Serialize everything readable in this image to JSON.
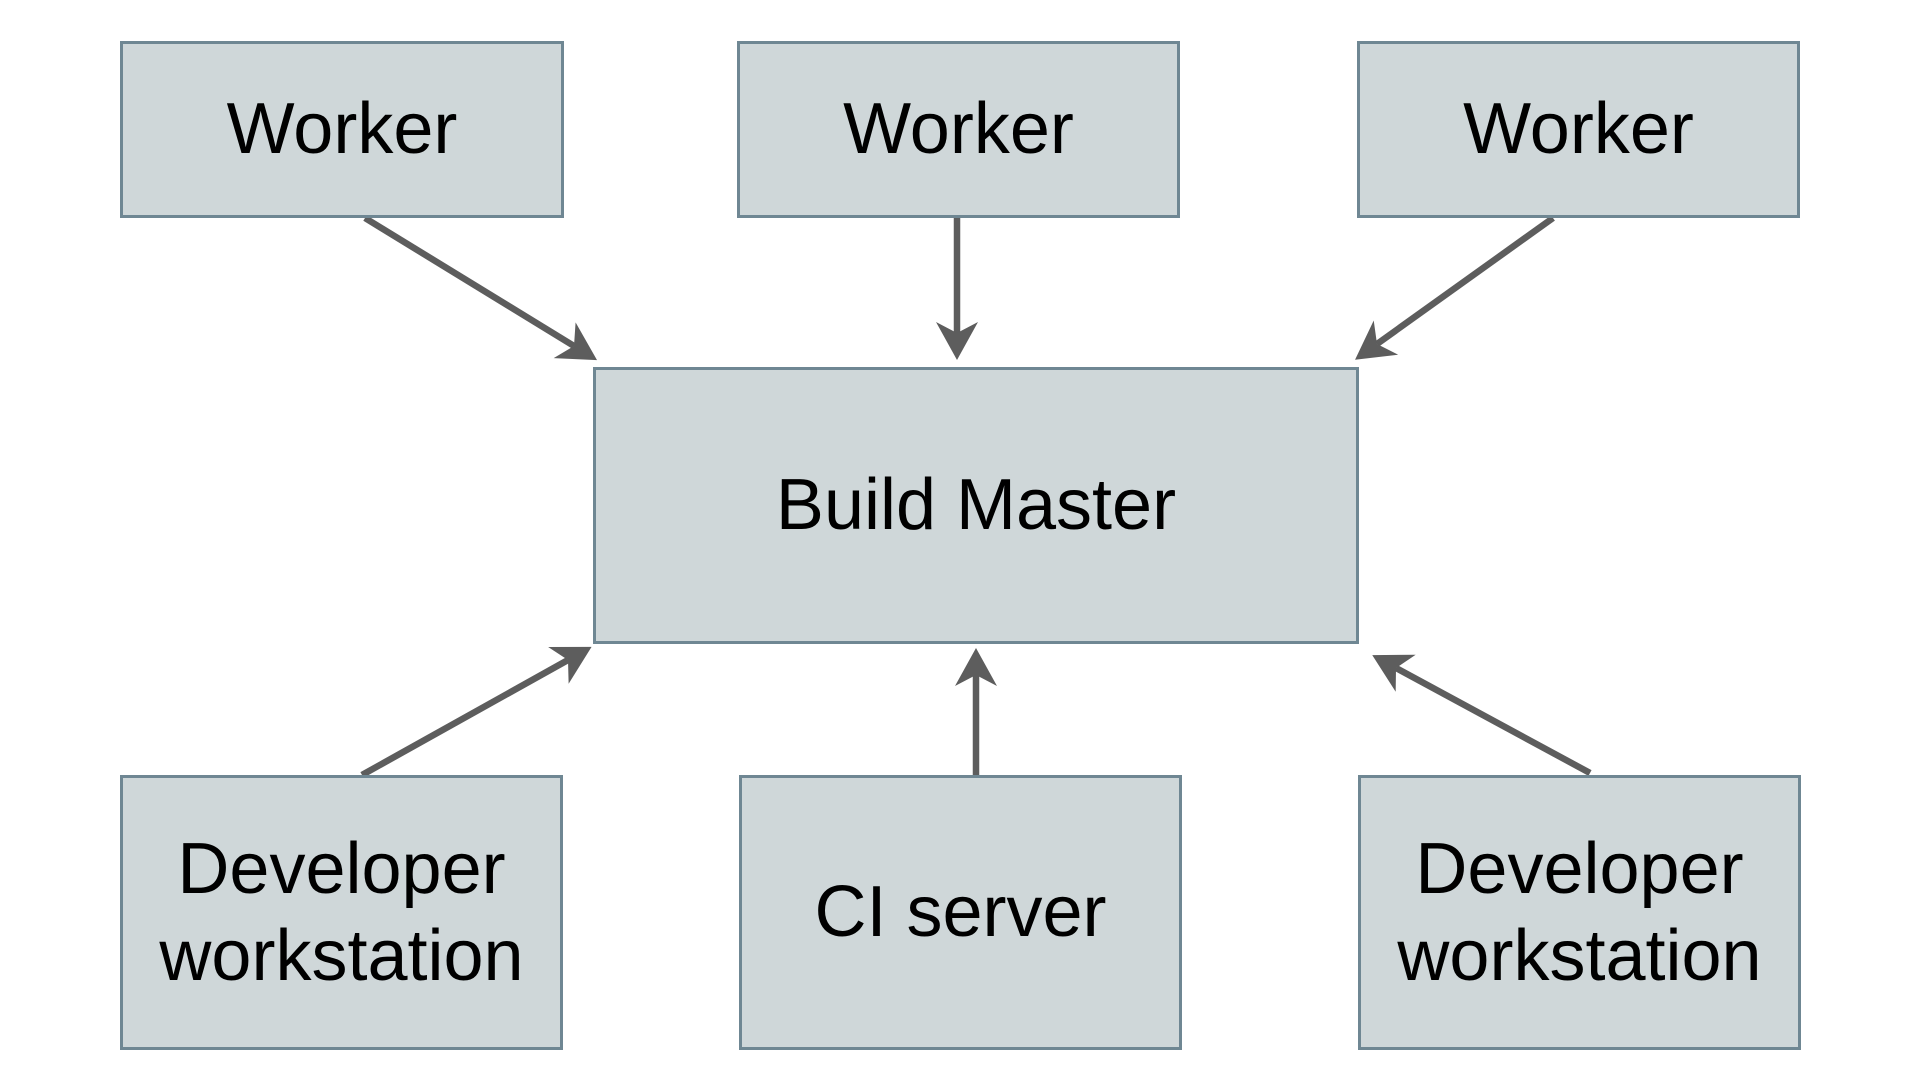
{
  "diagram": {
    "nodes": [
      {
        "id": "worker-1",
        "label": "Worker"
      },
      {
        "id": "worker-2",
        "label": "Worker"
      },
      {
        "id": "worker-3",
        "label": "Worker"
      },
      {
        "id": "build-master",
        "label": "Build Master"
      },
      {
        "id": "dev-workstation-left",
        "label": "Developer workstation"
      },
      {
        "id": "ci-server",
        "label": "CI server"
      },
      {
        "id": "dev-workstation-right",
        "label": "Developer workstation"
      }
    ],
    "edges": [
      {
        "from": "worker-1",
        "to": "build-master"
      },
      {
        "from": "worker-2",
        "to": "build-master"
      },
      {
        "from": "worker-3",
        "to": "build-master"
      },
      {
        "from": "dev-workstation-left",
        "to": "build-master"
      },
      {
        "from": "ci-server",
        "to": "build-master"
      },
      {
        "from": "dev-workstation-right",
        "to": "build-master"
      }
    ],
    "colors": {
      "node_fill": "#cfd7d9",
      "node_border": "#6f8793",
      "arrow": "#5d5d5d",
      "text": "#000000",
      "background": "#ffffff"
    }
  }
}
